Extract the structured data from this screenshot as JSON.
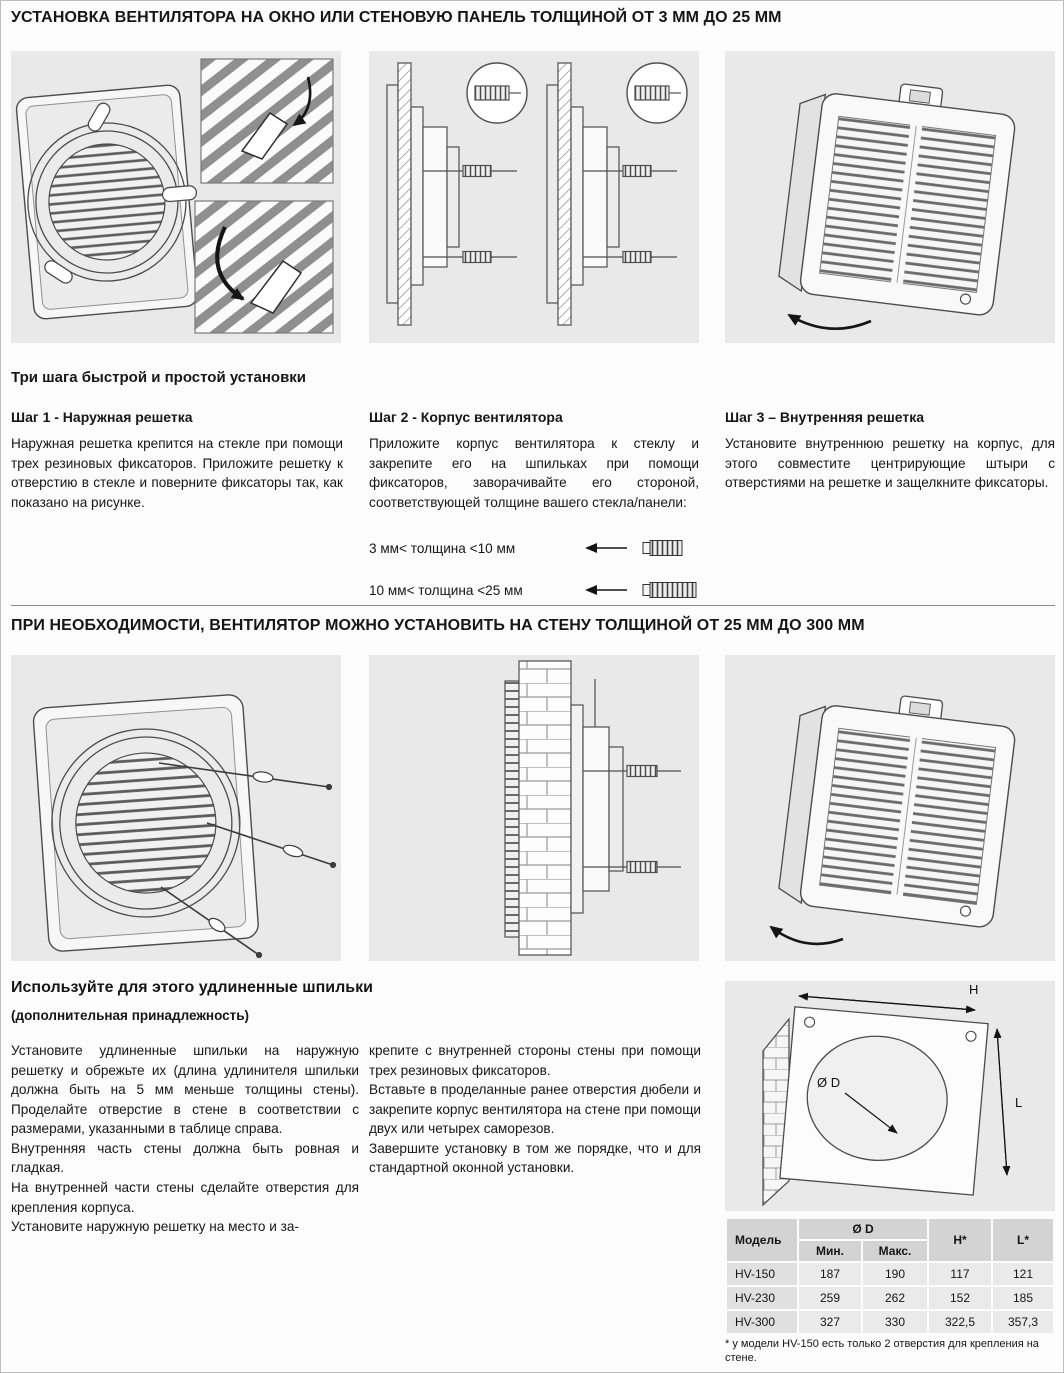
{
  "section1": {
    "title": "УСТАНОВКА ВЕНТИЛЯТОРА НА ОКНО ИЛИ СТЕНОВУЮ ПАНЕЛЬ ТОЛЩИНОЙ ОТ 3 ММ ДО 25 ММ",
    "subtitle": "Три шага быстрой и простой установки",
    "steps": [
      {
        "title": "Шаг 1 - Наружная решетка",
        "text": "Наружная решетка крепится на стекле при помощи трех резиновых фиксаторов. Приложите решетку к отверстию в стекле и поверните фиксаторы так, как показано на рисунке."
      },
      {
        "title": "Шаг 2 - Корпус вентилятора",
        "text": "Приложите корпус вентилятора к стеклу и закрепите его на шпильках при помощи фиксаторов, заворачивайте его стороной, соответствующей толщине вашего стекла/панели:",
        "options": [
          "3 мм< толщина <10 мм",
          "10 мм< толщина <25 мм"
        ]
      },
      {
        "title": "Шаг 3 – Внутренняя решетка",
        "text": "Установите внутреннюю решетку на корпус, для этого совместите центрирующие штыри с отверстиями на решетке и защелкните фиксаторы."
      }
    ]
  },
  "section2": {
    "title": "ПРИ НЕОБХОДИМОСТИ, ВЕНТИЛЯТОР МОЖНО УСТАНОВИТЬ НА СТЕНУ ТОЛЩИНОЙ ОТ 25 ММ ДО 300 ММ",
    "heading": "Используйте для этого удлиненные шпильки",
    "subheading": "(дополнительная принадлежность)",
    "col1": [
      "Установите удлиненные шпильки на наружную решетку и обрежьте их (длина удлинителя шпильки должна быть на 5 мм меньше толщины стены). Проделайте отверстие в стене в соответствии с размерами, указанными в таблице справа.",
      "Внутренняя часть стены должна быть ровная и гладкая.",
      "На внутренней части стены сделайте отверстия для крепления корпуса.",
      "Установите наружную решетку на место и за-"
    ],
    "col2": [
      "крепите с внутренней стороны стены при помощи трех резиновых фиксаторов.",
      "Вставьте в проделанные ранее отверстия дюбели и закрепите корпус вентилятора на стене при помощи двух или четырех саморезов.",
      "Завершите установку в том же порядке, что и для стандартной оконной установки."
    ],
    "footnote": "* у модели HV-150 есть только 2 отверстия для крепления на стене."
  },
  "diagram": {
    "dim_h": "H",
    "dim_l": "L",
    "dim_d": "Ø D"
  },
  "table": {
    "headers": {
      "model": "Модель",
      "d": "Ø D",
      "min": "Мин.",
      "max": "Макс.",
      "h": "H*",
      "l": "L*"
    },
    "rows": [
      {
        "model": "HV-150",
        "d_min": "187",
        "d_max": "190",
        "h": "117",
        "l": "121"
      },
      {
        "model": "HV-230",
        "d_min": "259",
        "d_max": "262",
        "h": "152",
        "l": "185"
      },
      {
        "model": "HV-300",
        "d_min": "327",
        "d_max": "330",
        "h": "322,5",
        "l": "357,3"
      }
    ]
  }
}
